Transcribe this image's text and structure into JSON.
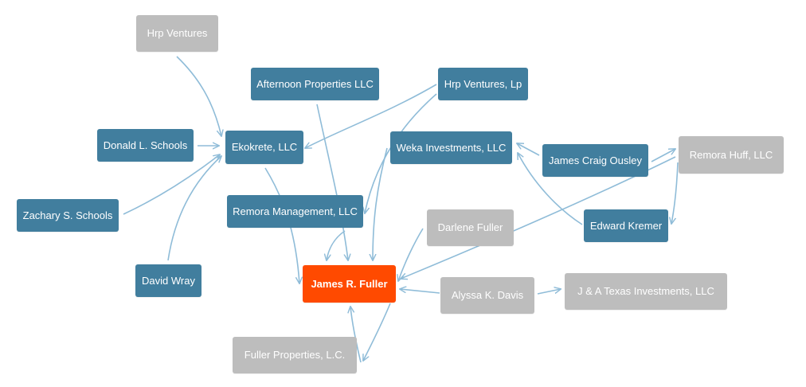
{
  "colors": {
    "entity": "#417e9e",
    "inactive": "#bdbdbd",
    "focus": "#ff4a00",
    "edge": "#8fbcd8"
  },
  "nodes": {
    "hrp_ventures": {
      "label": "Hrp Ventures",
      "status": "inactive"
    },
    "afternoon_properties": {
      "label": "Afternoon Properties LLC",
      "status": "entity"
    },
    "hrp_ventures_lp": {
      "label": "Hrp Ventures, Lp",
      "status": "entity"
    },
    "donald_schools": {
      "label": "Donald L. Schools",
      "status": "entity"
    },
    "ekokrete": {
      "label": "Ekokrete, LLC",
      "status": "entity"
    },
    "weka_investments": {
      "label": "Weka Investments, LLC",
      "status": "entity"
    },
    "james_craig_ousley": {
      "label": "James Craig Ousley",
      "status": "entity"
    },
    "remora_huff": {
      "label": "Remora Huff, LLC",
      "status": "inactive"
    },
    "zachary_schools": {
      "label": "Zachary S. Schools",
      "status": "entity"
    },
    "remora_management": {
      "label": "Remora Management, LLC",
      "status": "entity"
    },
    "darlene_fuller": {
      "label": "Darlene Fuller",
      "status": "inactive"
    },
    "edward_kremer": {
      "label": "Edward Kremer",
      "status": "entity"
    },
    "david_wray": {
      "label": "David Wray",
      "status": "entity"
    },
    "james_fuller": {
      "label": "James R. Fuller",
      "status": "focus"
    },
    "alyssa_davis": {
      "label": "Alyssa K. Davis",
      "status": "inactive"
    },
    "ja_texas": {
      "label": "J & A Texas Investments, LLC",
      "status": "inactive"
    },
    "fuller_properties": {
      "label": "Fuller Properties, L.C.",
      "status": "inactive"
    }
  },
  "edges": [
    {
      "from": "hrp_ventures",
      "to": "ekokrete"
    },
    {
      "from": "donald_schools",
      "to": "ekokrete"
    },
    {
      "from": "zachary_schools",
      "to": "ekokrete"
    },
    {
      "from": "david_wray",
      "to": "ekokrete"
    },
    {
      "from": "hrp_ventures_lp",
      "to": "ekokrete"
    },
    {
      "from": "hrp_ventures_lp",
      "to": "remora_management"
    },
    {
      "from": "afternoon_properties",
      "to": "james_fuller"
    },
    {
      "from": "ekokrete",
      "to": "james_fuller"
    },
    {
      "from": "remora_management",
      "to": "james_fuller"
    },
    {
      "from": "weka_investments",
      "to": "james_fuller"
    },
    {
      "from": "james_craig_ousley",
      "to": "weka_investments"
    },
    {
      "from": "edward_kremer",
      "to": "weka_investments"
    },
    {
      "from": "james_craig_ousley",
      "to": "remora_huff"
    },
    {
      "from": "remora_huff",
      "to": "edward_kremer"
    },
    {
      "from": "remora_huff",
      "to": "james_fuller"
    },
    {
      "from": "darlene_fuller",
      "to": "james_fuller"
    },
    {
      "from": "alyssa_davis",
      "to": "james_fuller"
    },
    {
      "from": "alyssa_davis",
      "to": "ja_texas"
    },
    {
      "from": "james_fuller",
      "to": "fuller_properties"
    },
    {
      "from": "fuller_properties",
      "to": "james_fuller"
    }
  ]
}
